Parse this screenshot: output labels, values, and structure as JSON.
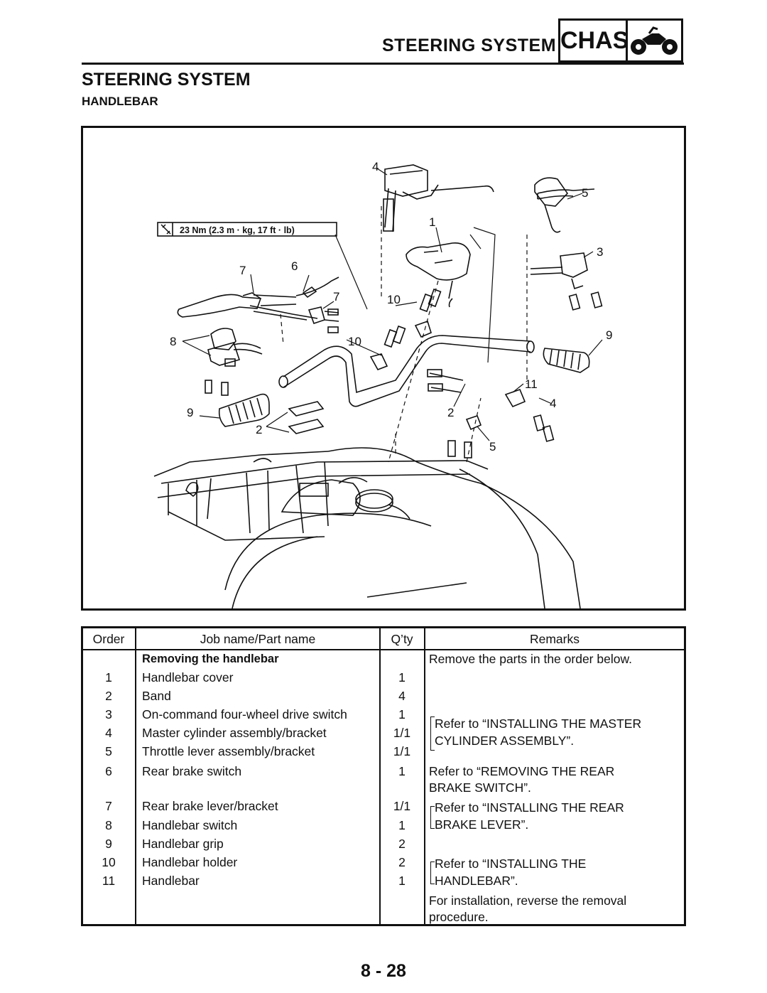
{
  "header": {
    "section": "STEERING SYSTEM",
    "chapter": "CHAS",
    "chapter_icon": "atv-icon"
  },
  "page_title": "STEERING SYSTEM",
  "section_title": "HANDLEBAR",
  "figure": {
    "torque_spec": "23 Nm (2.3 m · kg, 17 ft · lb)",
    "torque_icon": "torque-wrench-icon",
    "callouts": {
      "c1": "1",
      "c2a": "2",
      "c2b": "2",
      "c3": "3",
      "c4a": "4",
      "c4b": "4",
      "c5a": "5",
      "c5b": "5",
      "c6": "6",
      "c7a": "7",
      "c7b": "7",
      "c8": "8",
      "c9a": "9",
      "c9b": "9",
      "c10a": "10",
      "c10b": "10",
      "c11": "11"
    }
  },
  "table": {
    "headers": {
      "order": "Order",
      "job": "Job name/Part name",
      "qty": "Q’ty",
      "remarks": "Remarks"
    },
    "job_heading": "Removing the handlebar",
    "heading_remark": "Remove the parts in the order below.",
    "rows": [
      {
        "order": "1",
        "name": "Handlebar cover",
        "qty": "1"
      },
      {
        "order": "2",
        "name": "Band",
        "qty": "4"
      },
      {
        "order": "3",
        "name": "On-command four-wheel drive switch",
        "qty": "1"
      },
      {
        "order": "4",
        "name": "Master cylinder assembly/bracket",
        "qty": "1/1"
      },
      {
        "order": "5",
        "name": "Throttle lever assembly/bracket",
        "qty": "1/1"
      },
      {
        "order": "6",
        "name": "Rear brake switch",
        "qty": "1"
      },
      {
        "order": "7",
        "name": "Rear brake lever/bracket",
        "qty": "1/1"
      },
      {
        "order": "8",
        "name": "Handlebar switch",
        "qty": "1"
      },
      {
        "order": "9",
        "name": "Handlebar grip",
        "qty": "2"
      },
      {
        "order": "10",
        "name": "Handlebar holder",
        "qty": "2"
      },
      {
        "order": "11",
        "name": "Handlebar",
        "qty": "1"
      }
    ],
    "remarks": {
      "master": [
        "Refer to “INSTALLING THE MASTER",
        "CYLINDER ASSEMBLY”."
      ],
      "rear_switch": [
        "Refer to “REMOVING THE REAR",
        "BRAKE SWITCH”."
      ],
      "rear_lever": [
        "Refer to “INSTALLING THE REAR",
        "BRAKE LEVER”."
      ],
      "handlebar": [
        "Refer to “INSTALLING THE",
        "HANDLEBAR”."
      ],
      "footer": [
        "For installation, reverse the removal",
        "procedure."
      ]
    }
  },
  "page_number": "8 - 28"
}
